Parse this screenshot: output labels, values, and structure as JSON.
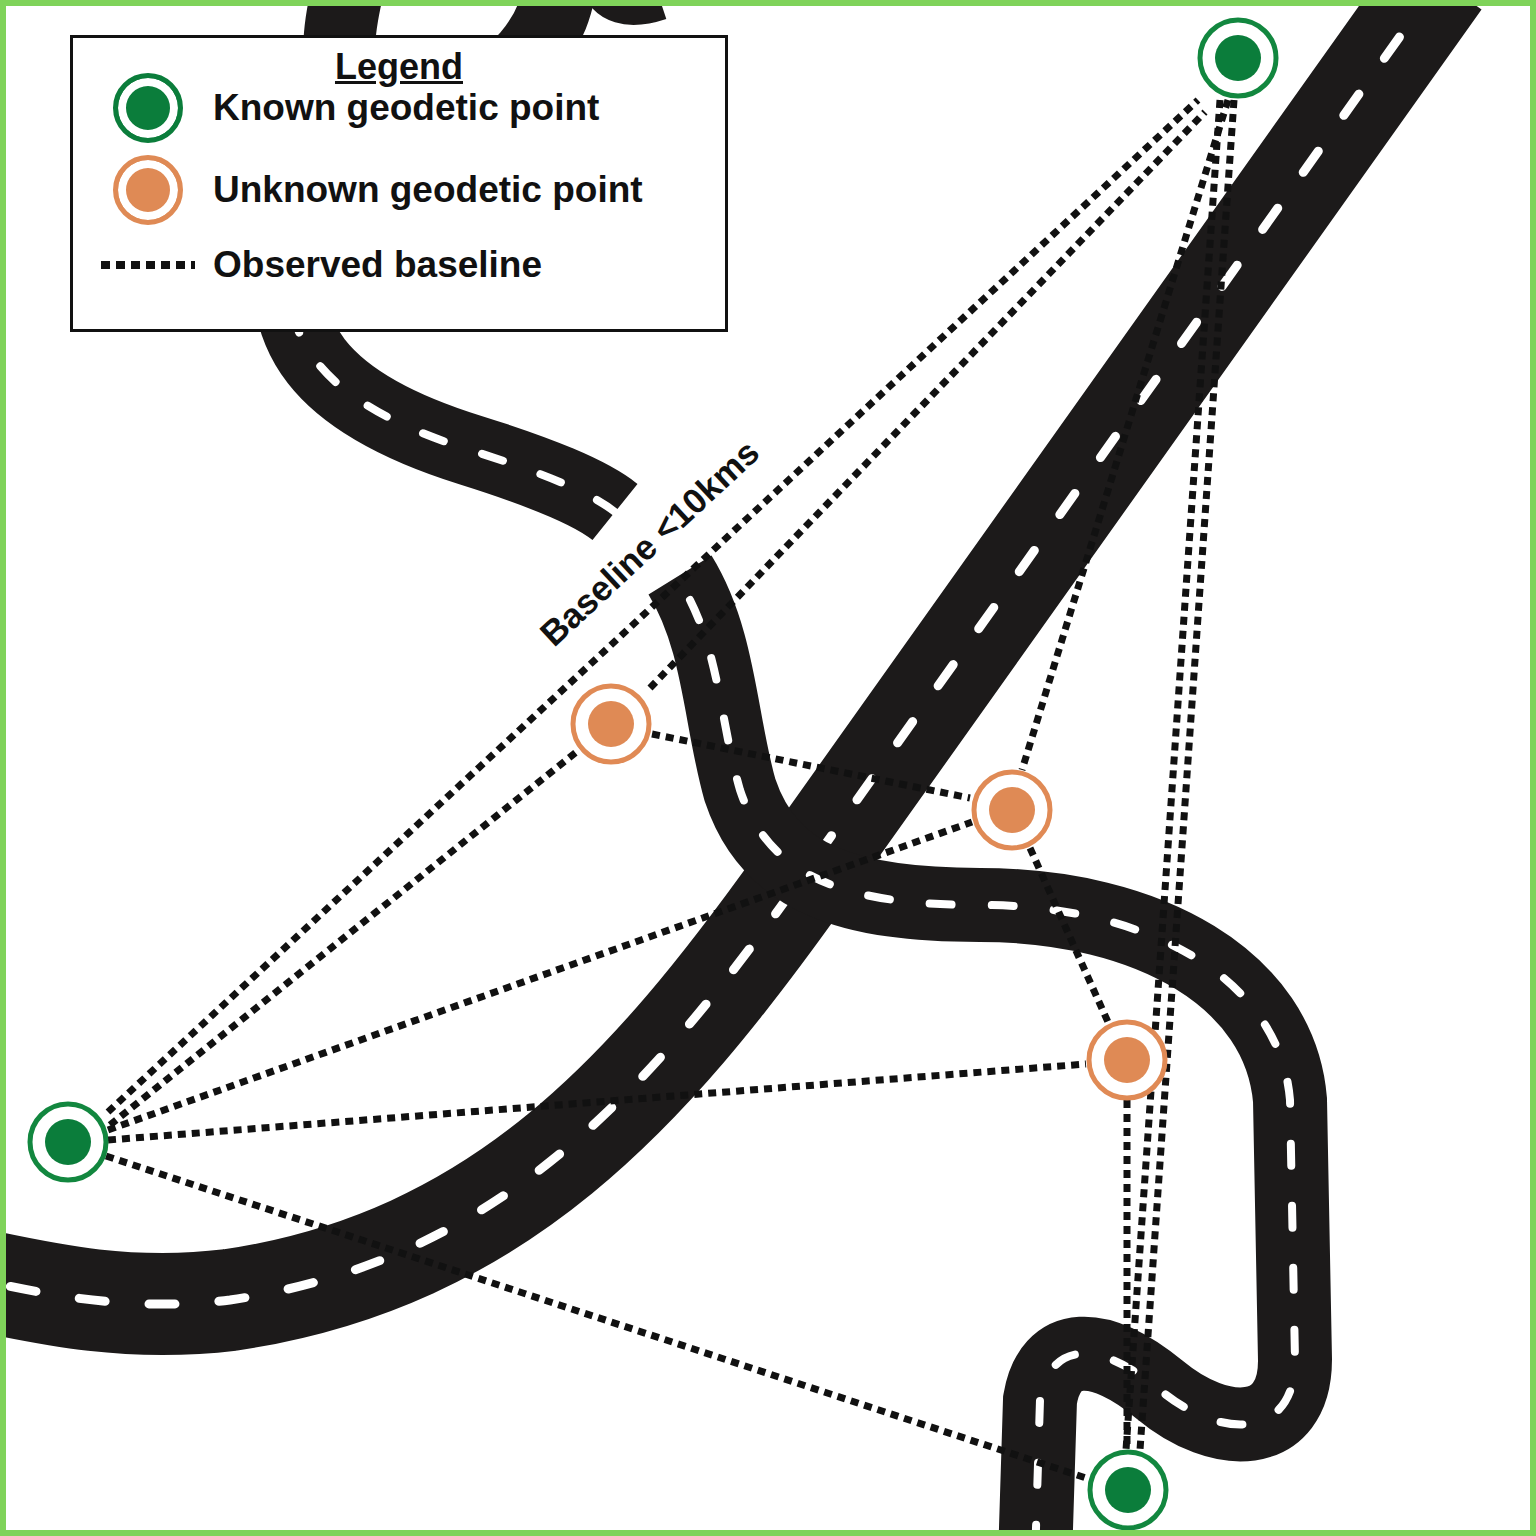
{
  "diagram": {
    "labels": [
      "Legend",
      "Baseline <10kms"
    ],
    "legend": [
      {
        "text": "Known geodetic point",
        "color": "#0b7d3b"
      },
      {
        "text": "Unknown geodetic point",
        "color": "#df8a55"
      },
      {
        "text": "Observed baseline"
      }
    ]
  }
}
